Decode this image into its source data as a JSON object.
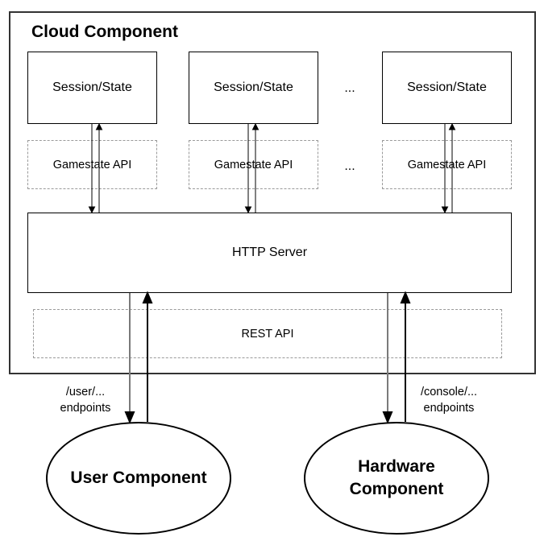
{
  "cloud": {
    "title": "Cloud Component"
  },
  "sessions": [
    {
      "label": "Session/State"
    },
    {
      "label": "Session/State"
    },
    {
      "label": "Session/State"
    }
  ],
  "gamestate_apis": [
    {
      "label": "Gamestate API"
    },
    {
      "label": "Gamestate API"
    },
    {
      "label": "Gamestate API"
    }
  ],
  "ellipsis": "...",
  "http_server": {
    "label": "HTTP Server"
  },
  "rest_api": {
    "label": "REST API"
  },
  "endpoints": {
    "user": {
      "line1": "/user/...",
      "line2": "endpoints"
    },
    "console": {
      "line1": "/console/...",
      "line2": "endpoints"
    }
  },
  "user_component": {
    "label": "User Component"
  },
  "hardware_component": {
    "line1": "Hardware",
    "line2": "Component"
  }
}
